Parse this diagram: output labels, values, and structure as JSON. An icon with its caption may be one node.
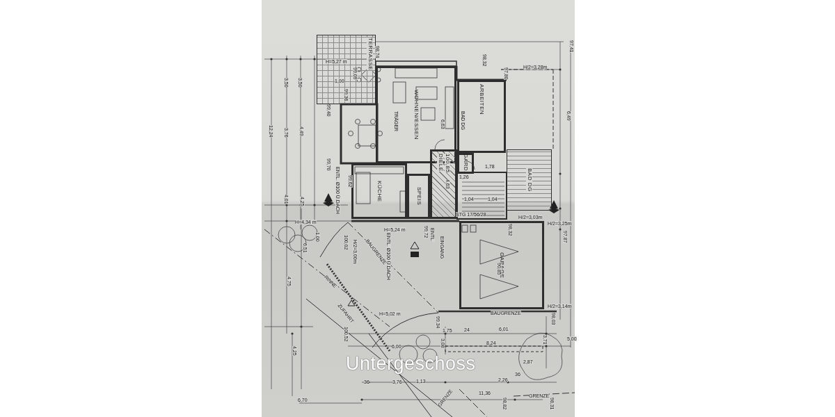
{
  "diagram": {
    "caption": "Untergeschoss",
    "nodes": [
      {
        "text": [
          "TERRASSE"
        ]
      },
      {
        "text": [
          "WOHNEN/ESSEN"
        ]
      },
      {
        "text": [
          "ARBEITEN"
        ]
      },
      {
        "text": [
          "KÜCHE"
        ]
      },
      {
        "text": [
          "SPEIS"
        ]
      },
      {
        "text": [
          "DIELE",
          "100,85"
        ]
      },
      {
        "text": [
          "GARD."
        ]
      },
      {
        "text": [
          "BAD DG"
        ]
      },
      {
        "text": [
          "GARAGE"
        ]
      }
    ],
    "edges": [],
    "labels": [
      "TRÄGER",
      "BAD DG",
      "ENTL. Ø100 Ü.DACH",
      "EINGANG",
      "ENTL.",
      "ENTL. Ø100 Ü.DACH",
      "BAUGRENZE",
      "RINNE",
      "ZUFAHRT",
      "BAUGRENZE",
      "GRENZE",
      "GRENZE",
      "STG 17/56/28",
      "H=5,27 m",
      "H=4,34 m",
      "H=5,24 m",
      "H=5,02 m",
      "H/2=3,00m",
      "H/2=3,28m",
      "H/2=3,03m",
      "H/2=3,25m",
      "H/2=3,14m",
      "97,80",
      "98,32",
      "97,41",
      "98,74",
      "99,09",
      "99,36",
      "99,40",
      "99,70",
      "99,62",
      "100,02",
      "100,52",
      "99,34",
      "99,72",
      "98,32",
      "97,87",
      "98,03",
      "98,82",
      "98,31",
      "6,63",
      "4,63",
      "1,26",
      "1,78",
      "1,04",
      "1,04",
      "6,49",
      "3,50",
      "3,50",
      "12,24",
      "3,76",
      "4,49",
      "4,01",
      "4,25",
      "6,51",
      "4,75",
      "4,25",
      "1,00",
      "1,00",
      "6,70",
      "6,00",
      "1,75",
      "24",
      "6,01",
      "8,24",
      "5,00",
      "2,87",
      "36",
      "3,76",
      "1,13",
      "2,26",
      "36",
      "11,36",
      "3,08",
      "3,71",
      "90,85"
    ]
  }
}
